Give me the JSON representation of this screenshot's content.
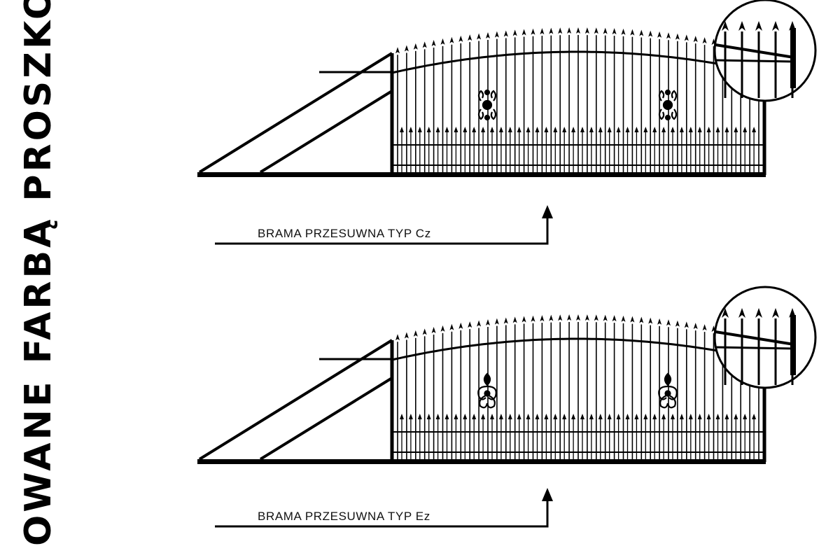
{
  "side_text": "OWANE  FARBĄ  PROSZKO",
  "gates": [
    {
      "label": "BRAMA PRZESUWNA TYP Cz",
      "ornament": "scroll-cross"
    },
    {
      "label": "BRAMA PRZESUWNA TYP Ez",
      "ornament": "flame-scroll"
    }
  ],
  "colors": {
    "line": "#000000",
    "background": "#ffffff"
  }
}
